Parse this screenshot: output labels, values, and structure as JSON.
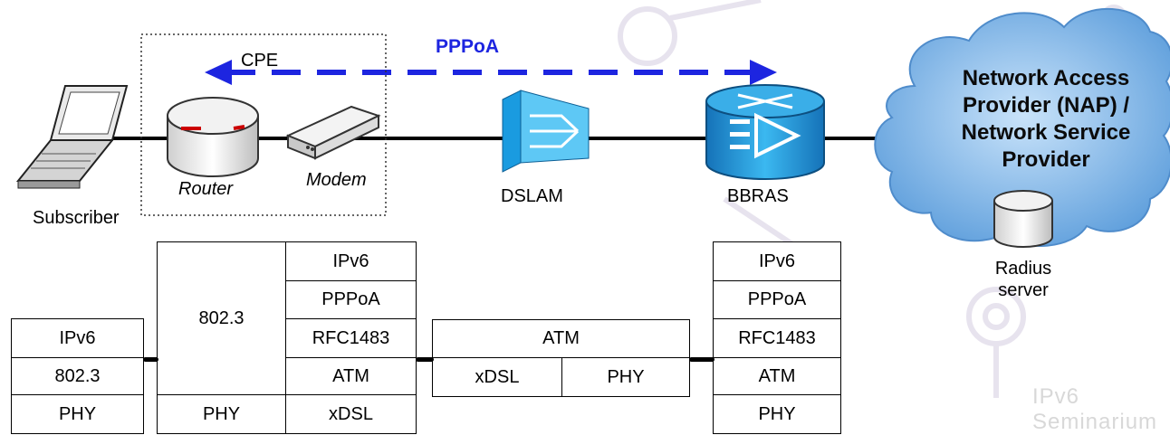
{
  "protocol": {
    "label": "PPPoA",
    "color": "#1d25e0"
  },
  "cpe": {
    "label": "CPE"
  },
  "devices": {
    "subscriber": "Subscriber",
    "router": "Router",
    "modem": "Modem",
    "dslam": "DSLAM",
    "bbras": "BBRAS",
    "radius": "Radius\nserver"
  },
  "cloud": {
    "label": "Network Access Provider (NAP) / Network Service Provider"
  },
  "stacks": {
    "subscriber": [
      "IPv6",
      "802.3",
      "PHY"
    ],
    "router_lan": [
      "802.3",
      "PHY"
    ],
    "router_wan": [
      "IPv6",
      "PPPoA",
      "RFC1483",
      "ATM",
      "xDSL"
    ],
    "dslam": {
      "top": "ATM",
      "left": "xDSL",
      "right": "PHY"
    },
    "bbras": [
      "IPv6",
      "PPPoA",
      "RFC1483",
      "ATM",
      "PHY"
    ]
  },
  "watermark": "IPv6 Seminarium",
  "colors": {
    "cloud": "#7fb4e6",
    "device_blue": "#1a9be0",
    "line": "#000000"
  }
}
